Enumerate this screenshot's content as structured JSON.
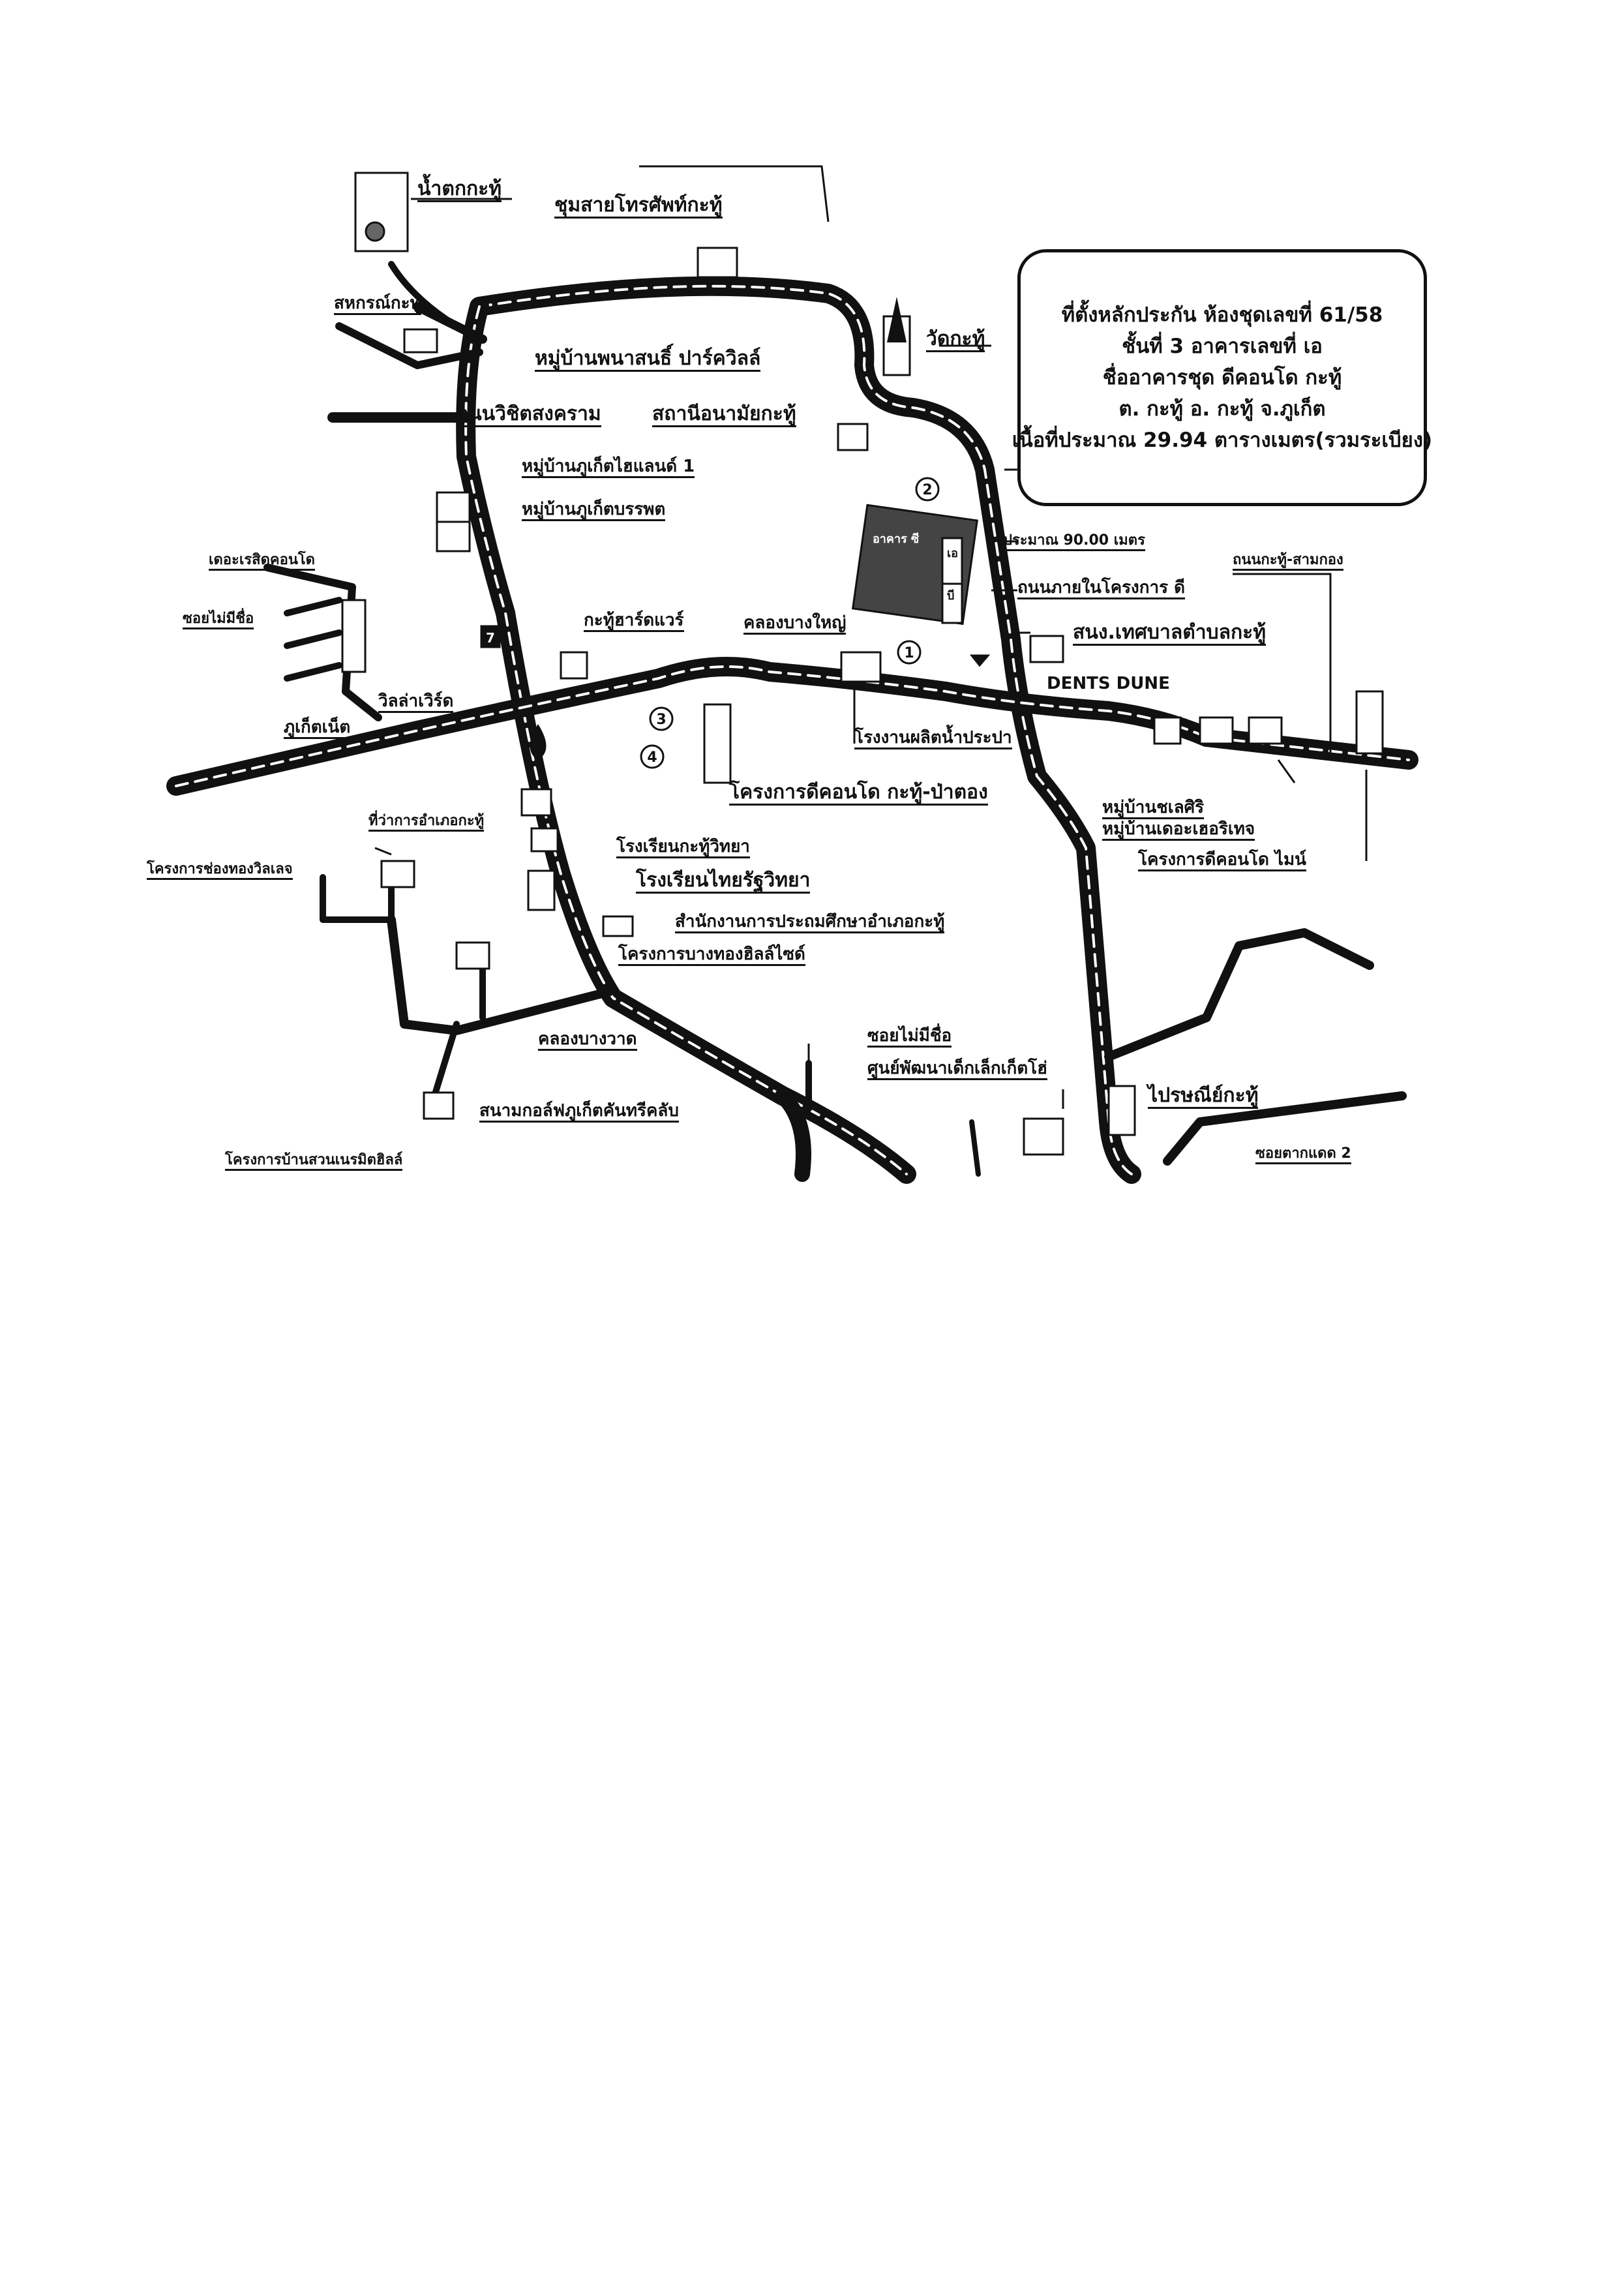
{
  "info_box": {
    "line1": "ที่ตั้งหลักประกัน ห้องชุดเลขที่ 61/58",
    "line2": "ชั้นที่ 3 อาคารเลขที่ เอ",
    "line3": "ชื่ออาคารชุด ดีคอนโด กะทู้",
    "line4": "ต. กะทู้ อ. กะทู้ จ.ภูเก็ต",
    "line5": "เนื้อที่ประมาณ 29.94 ตารางเมตร(รวมระเบียง)"
  },
  "labels": {
    "namtok_kathu": "น้ำตกกะทู้",
    "chumsai_telephone": "ชุมสายโทรศัพท์กะทู้",
    "sahakorn_kathu": "สหกรณ์กะทู้",
    "wat_kathu": "วัดกะทู้",
    "mooban_panason": "หมู่บ้านพนาสนธิ์ ปาร์ควิลล์",
    "thanon_wichit": "ถนนวิชิตสงคราม",
    "sathani_anamai": "สถานีอนามัยกะทู้",
    "mooban_highland": "หมู่บ้านภูเก็ตไฮแลนด์ 1",
    "mooban_phuketbanpot": "หมู่บ้านภูเก็ตบรรพต",
    "distance_note": "ประมาณ 90.00 เมตร",
    "road_kathu_samkong": "ถนนกะทู้-สามกอง",
    "road_inside_project": "ถนนภายในโครงการ ดี",
    "the_residence_condo": "เดอะเรสิดคอนโด",
    "soi_mai_mi_chue": "ซอยไม่มีชื่อ",
    "kathu_hardware": "กะทู้ฮาร์ดแวร์",
    "khlong_bang_yai": "คลองบางใหญ่",
    "sanong_tessaban": "สนง.เทศบาลตำบลกะทู้",
    "dents_dune": "DENTS DUNE",
    "phuketnet": "ภูเก็ตเน็ต",
    "villa_world": "วิลล่าเวิร์ด",
    "rong_ngan_prapa": "โรงงานผลิตน้ำประปา",
    "d_condo_patong": "โครงการดีคอนโด กะทู้-ป่าตอง",
    "mooban_ssiri": "หมู่บ้านชเลศิริ",
    "mooban_heritage": "หมู่บ้านเดอะเฮอริเทจ",
    "d_condo_mine": "โครงการดีคอนโด ไมน์",
    "amphoe_office": "ที่ว่าการอำเภอกะทู้",
    "school_kathu": "โรงเรียนกะทู้วิทยา",
    "school_thairat": "โรงเรียนไทยรัฐวิทยา",
    "villa_project": "โครงการช่องทองวิลเลจ",
    "primary_edu_office": "สำนักงานการประถมศึกษาอำเภอกะทู้",
    "bangthong_hillside": "โครงการบางทองฮิลล์ไซด์",
    "khlong_bang_wad": "คลองบางวาด",
    "soi_mai_mi_chue_2": "ซอยไม่มีชื่อ",
    "child_center": "ศูนย์พัฒนาเด็กเล็กเก็ตโฮ่",
    "post_office": "ไปรษณีย์กะทู้",
    "golf_club": "สนามกอล์ฟภูเก็ตคันทรีคลับ",
    "soi_talad_2": "ซอยตากแดด 2",
    "ban_suan_project": "โครงการบ้านสวนเนรมิตฮิลล์",
    "bldg_code": "อาคาร ซี",
    "bldg_a": "เอ",
    "bldg_b": "บี"
  },
  "markers": {
    "m1": "1",
    "m2": "2",
    "m3": "3",
    "m4": "4",
    "seven": "7"
  },
  "colors": {
    "road_outline": "#111111",
    "road_dash": "#ffffff",
    "ink": "#111111",
    "paper": "#ffffff"
  }
}
